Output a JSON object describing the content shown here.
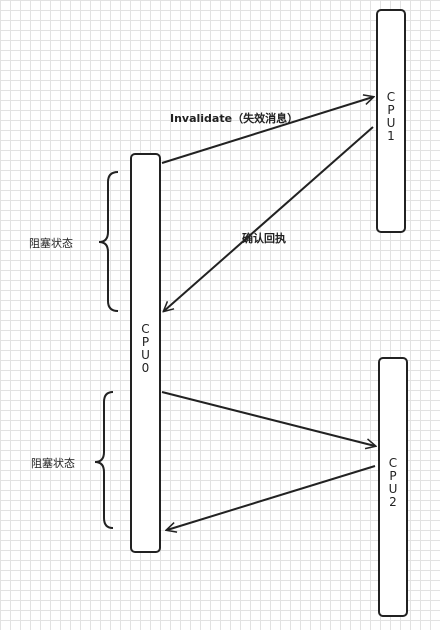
{
  "nodes": {
    "cpu0": {
      "label": "C\nP\nU\n0"
    },
    "cpu1": {
      "label": "C\nP\nU\n1"
    },
    "cpu2": {
      "label": "C\nP\nU\n2"
    }
  },
  "messages": {
    "invalidate": "Invalidate（失效消息）",
    "ack": "确认回执"
  },
  "states": {
    "blocked_top": "阻塞状态",
    "blocked_bottom": "阻塞状态"
  },
  "colors": {
    "stroke": "#222222",
    "grid": "#e2e2e2",
    "background": "#ffffff"
  }
}
